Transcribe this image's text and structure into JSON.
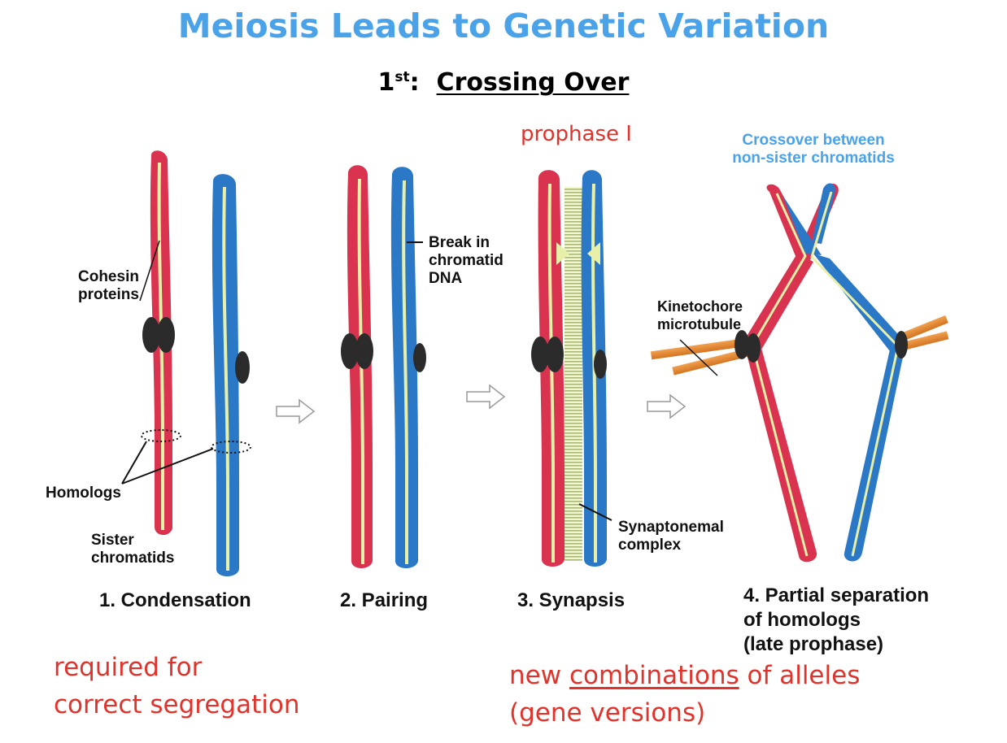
{
  "title": "Meiosis Leads to Genetic Variation",
  "subtitle": {
    "ordinal_num": "1",
    "ordinal_sup": "st",
    "colon": ":",
    "topic": "Crossing Over"
  },
  "phase_label": "prophase I",
  "crossover_note": {
    "line1": "Crossover between",
    "line2": "non-sister chromatids"
  },
  "labels": {
    "cohesin": [
      "Cohesin",
      "proteins"
    ],
    "homologs": "Homologs",
    "sister_chromatids": [
      "Sister",
      "chromatids"
    ],
    "break": [
      "Break in",
      "chromatid",
      "DNA"
    ],
    "kinetochore": [
      "Kinetochore",
      "microtubule"
    ],
    "synaptonemal": [
      "Synaptonemal",
      "complex"
    ]
  },
  "steps": [
    {
      "label": "1. Condensation"
    },
    {
      "label": "2. Pairing"
    },
    {
      "label": "3. Synapsis"
    },
    {
      "lines": [
        "4. Partial separation",
        "of homologs",
        "(late prophase)"
      ]
    }
  ],
  "footnotes": {
    "left": [
      "required for",
      "correct segregation"
    ],
    "right_before": "new ",
    "right_underlined": "combinations",
    "right_after": " of alleles",
    "right_line2": "(gene versions)"
  },
  "colors": {
    "title": "#4aa3e8",
    "red_chromosome": "#d9334f",
    "blue_chromosome": "#2a78c6",
    "axis": "#e8efa8",
    "annotation_red": "#e0332b"
  }
}
